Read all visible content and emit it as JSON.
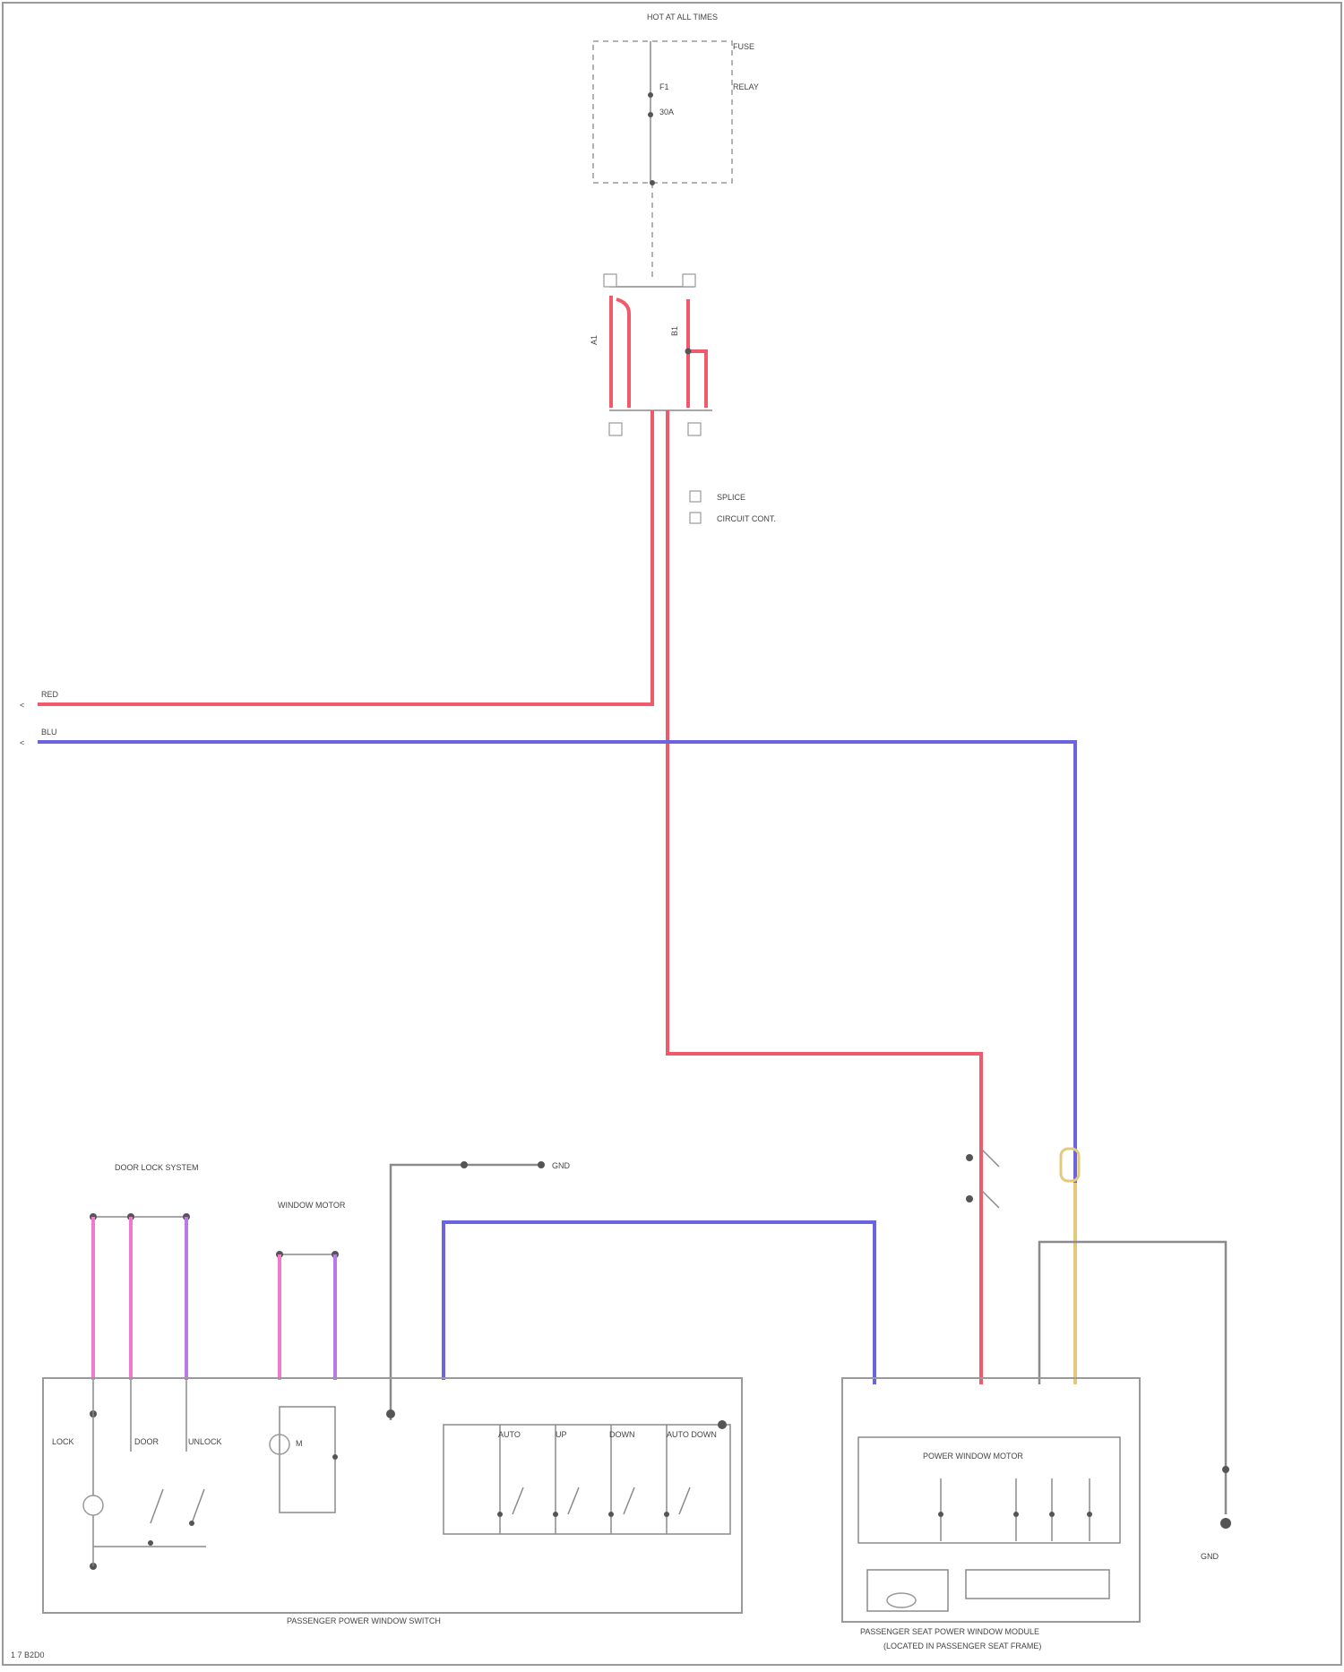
{
  "diagram": {
    "top_box": {
      "title": "HOT AT ALL TIMES"
    },
    "bottom_left_box": {
      "title": "PASSENGER POWER WINDOW SWITCH"
    },
    "bottom_right_box": {
      "title_line1": "PASSENGER SEAT POWER WINDOW MODULE",
      "title_line2": "(LOCATED IN PASSENGER SEAT FRAME)",
      "inner_label": "POWER WINDOW MOTOR"
    },
    "left_wire_labels": {
      "red": "RED",
      "blue": "BLU"
    },
    "sub_labels": {
      "door_lock": "DOOR LOCK SYSTEM",
      "window_motor": "WINDOW MOTOR",
      "ground_left": "GND",
      "ground_right": "GND"
    },
    "footer_code": "1 7 B2D0"
  },
  "colors": {
    "red_wire": "#f05a6a",
    "blue_wire": "#6a64e0",
    "pink_wire": "#f07ad0",
    "violet_wire": "#b87ae8",
    "yellow_wire": "#e6c87a",
    "gray_wire": "#8a8a8a"
  }
}
